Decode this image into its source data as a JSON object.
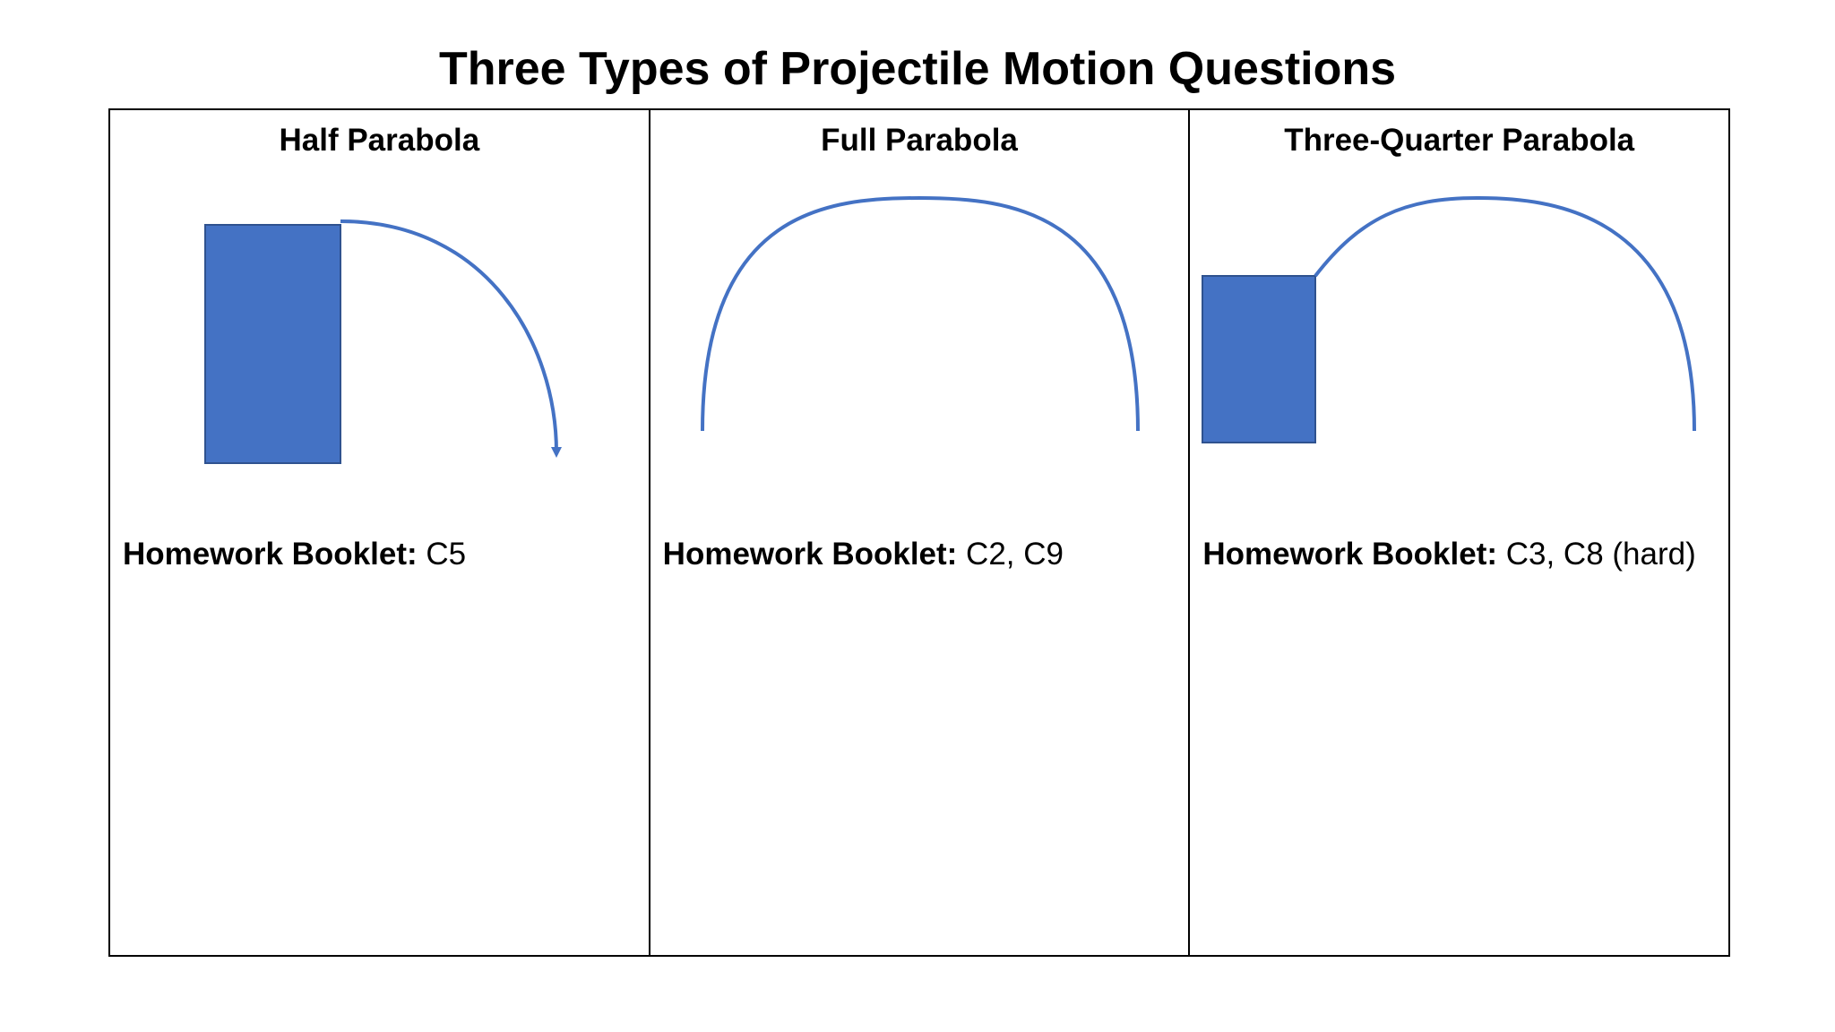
{
  "title": "Three Types of Projectile Motion Questions",
  "colors": {
    "shape_fill": "#4472C4",
    "curve_stroke": "#4472C4",
    "border": "#000000"
  },
  "panels": [
    {
      "heading": "Half Parabola",
      "booklet_label": "Homework Booklet:",
      "booklet_value": " C5"
    },
    {
      "heading": "Full Parabola",
      "booklet_label": "Homework Booklet:",
      "booklet_value": " C2, C9"
    },
    {
      "heading": "Three-Quarter Parabola",
      "booklet_label": "Homework Booklet:",
      "booklet_value": " C3, C8 (hard)"
    }
  ]
}
